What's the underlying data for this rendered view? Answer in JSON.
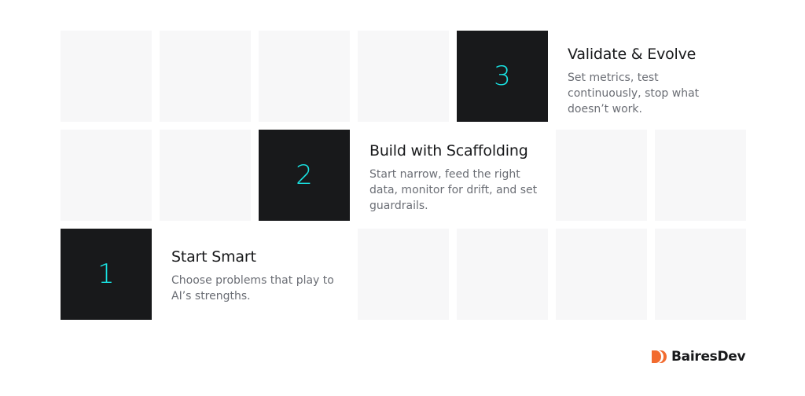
{
  "steps": [
    {
      "number": "1",
      "title": "Start Smart",
      "description": "Choose problems that play to AI’s strengths."
    },
    {
      "number": "2",
      "title": "Build with Scaffolding",
      "description": "Start narrow, feed the right data, monitor for drift, and set guardrails."
    },
    {
      "number": "3",
      "title": "Validate & Evolve",
      "description": "Set metrics, test continuously, stop what doesn’t work."
    }
  ],
  "brand": {
    "name": "BairesDev",
    "logo_color": "#f26b2f"
  },
  "colors": {
    "dark_tile": "#18191b",
    "light_tile": "#f7f7f8",
    "number": "#19e3e3",
    "title": "#18191b",
    "description": "#6b6e75"
  }
}
